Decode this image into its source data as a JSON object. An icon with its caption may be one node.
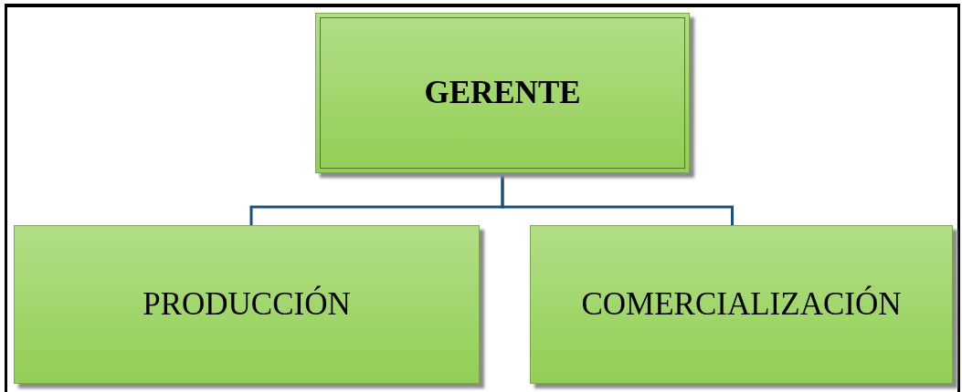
{
  "diagram": {
    "nodes": [
      {
        "text": [
          "GERENTE"
        ]
      },
      {
        "text": [
          "PRODUCCIÓN"
        ]
      },
      {
        "text": [
          "COMERCIALIZACIÓN"
        ]
      }
    ],
    "edges": [
      {
        "from": 0,
        "to": 1,
        "arrow": "none"
      },
      {
        "from": 0,
        "to": 2,
        "arrow": "none"
      }
    ]
  }
}
